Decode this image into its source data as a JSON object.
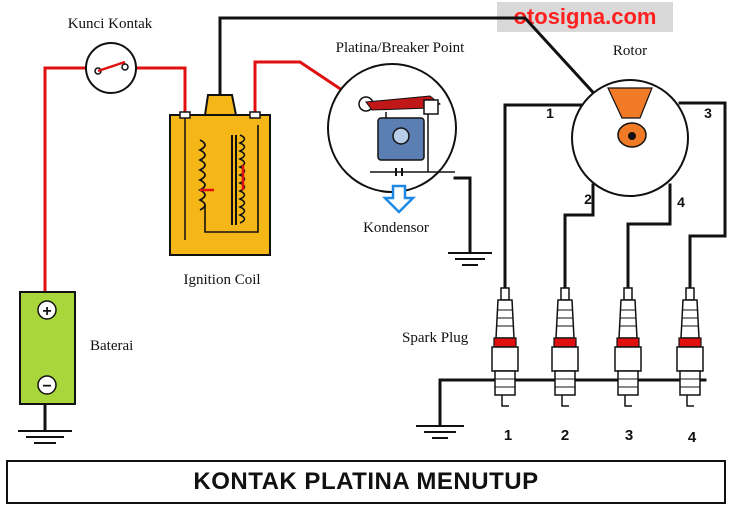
{
  "watermark": "otosigna.com",
  "labels": {
    "kunci_kontak": "Kunci Kontak",
    "platina": "Platina/Breaker Point",
    "rotor": "Rotor",
    "ignition_coil": "Ignition Coil",
    "kondensor": "Kondensor",
    "baterai": "Baterai",
    "spark_plug": "Spark Plug"
  },
  "terminals": [
    "1",
    "2",
    "3",
    "4"
  ],
  "plugs": [
    "1",
    "2",
    "3",
    "4"
  ],
  "battery_symbols": {
    "positive": "+",
    "negative": "−"
  },
  "footer_title": "KONTAK PLATINA MENUTUP",
  "colors": {
    "wire_black": "#111111",
    "wire_red": "#e01010",
    "coil_body": "#f5b718",
    "battery_body": "#a9d63a",
    "rotor_tip": "#f07a25",
    "condenser_arrow": "#1e88e5",
    "breaker_body": "#5b7fb3",
    "plug_band": "#e01010"
  }
}
